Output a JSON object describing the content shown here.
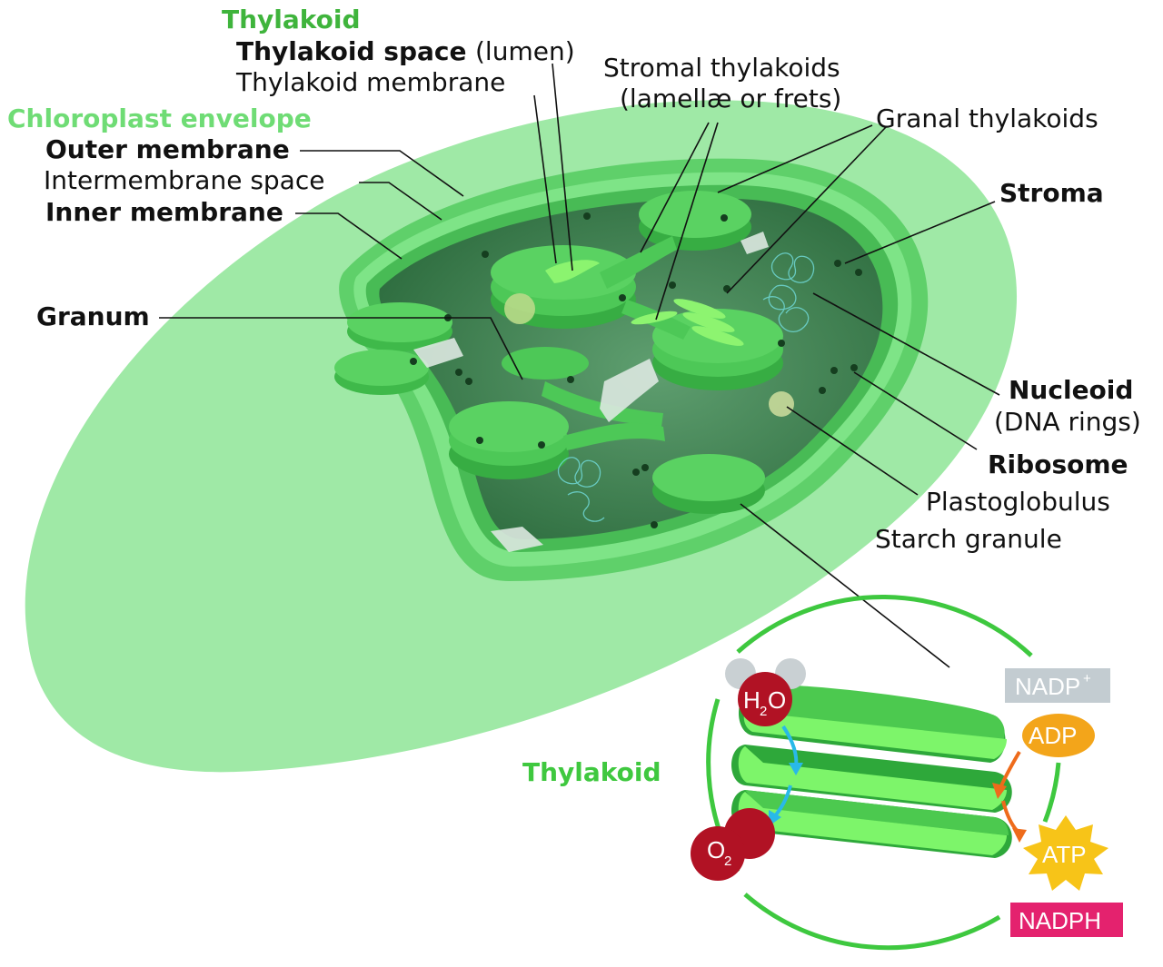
{
  "colors": {
    "envelope_glow": "#9fe9a6",
    "thylakoid_green": "#4cc94f",
    "thylakoid_light": "#7df56a",
    "stroma_dark": "#3c8a4e",
    "title_green": "#3fb43c",
    "envelope_title": "#6fdc75",
    "water_red": "#b11224",
    "adp_orange": "#f3a51a",
    "atp_yellow": "#f7c418",
    "nadph_pink": "#e4226e",
    "nadp_gray": "#c3ccd1",
    "electron_blue": "#29b9e8",
    "arrow_orange": "#ee6b1b"
  },
  "labels": {
    "thylakoid_header": "Thylakoid",
    "thylakoid_space": "Thylakoid space",
    "thylakoid_space_note": "(lumen)",
    "thylakoid_membrane": "Thylakoid membrane",
    "stromal_thylakoids": "Stromal thylakoids",
    "stromal_thylakoids_note": "(lamellæ or frets)",
    "granal_thylakoids": "Granal thylakoids",
    "chloroplast_envelope": "Chloroplast envelope",
    "outer_membrane": "Outer membrane",
    "intermembrane_space": "Intermembrane space",
    "inner_membrane": "Inner membrane",
    "stroma": "Stroma",
    "granum": "Granum",
    "nucleoid": "Nucleoid",
    "nucleoid_note": "(DNA rings)",
    "ribosome": "Ribosome",
    "plastoglobulus": "Plastoglobulus",
    "starch_granule": "Starch granule",
    "thylakoid_detail": "Thylakoid"
  },
  "molecules": {
    "water_main": "H",
    "water_sub": "2",
    "water_end": "O",
    "oxygen_main": "O",
    "oxygen_sub": "2",
    "nadp_plus": "NADP",
    "nadp_plus_sup": "+",
    "adp": "ADP",
    "atp": "ATP",
    "nadph": "NADPH"
  }
}
